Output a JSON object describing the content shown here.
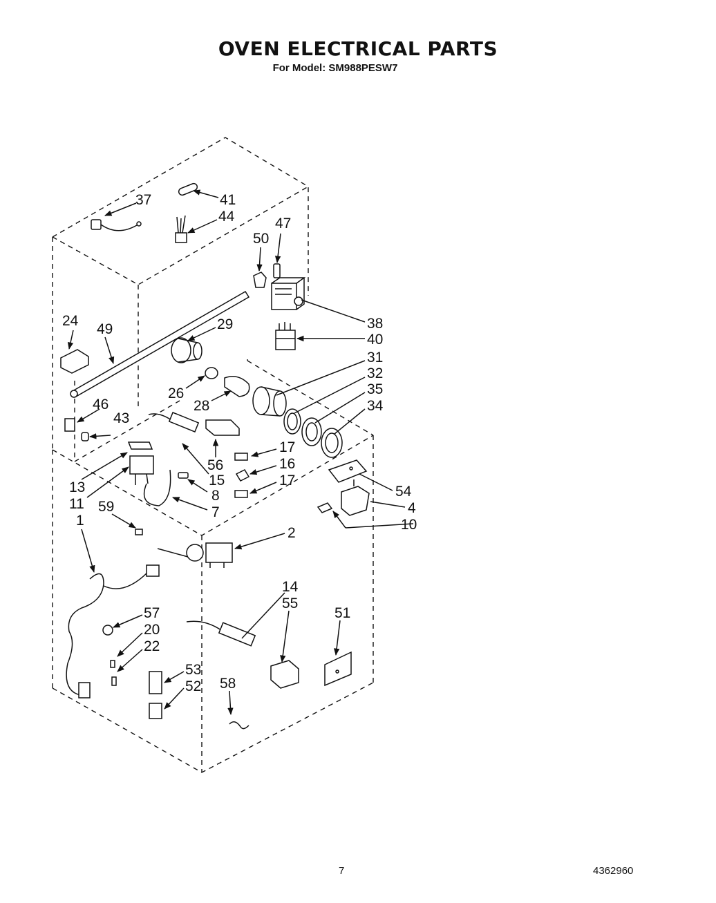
{
  "header": {
    "title": "OVEN ELECTRICAL PARTS",
    "subtitle": "For Model: SM988PESW7"
  },
  "footer": {
    "page_number": "7",
    "doc_number": "4362960"
  },
  "callouts": {
    "c37": "37",
    "c41": "41",
    "c44": "44",
    "c47": "47",
    "c50": "50",
    "c38": "38",
    "c40": "40",
    "c24": "24",
    "c49": "49",
    "c29": "29",
    "c31": "31",
    "c32": "32",
    "c35": "35",
    "c34": "34",
    "c26": "26",
    "c28": "28",
    "c46": "46",
    "c43": "43",
    "c56": "56",
    "c15": "15",
    "c13": "13",
    "c11": "11",
    "c8": "8",
    "c7": "7",
    "c17a": "17",
    "c16": "16",
    "c17b": "17",
    "c54": "54",
    "c4": "4",
    "c10": "10",
    "c59": "59",
    "c1": "1",
    "c2": "2",
    "c14": "14",
    "c55": "55",
    "c51": "51",
    "c57": "57",
    "c20": "20",
    "c22": "22",
    "c53": "53",
    "c52": "52",
    "c58": "58"
  }
}
